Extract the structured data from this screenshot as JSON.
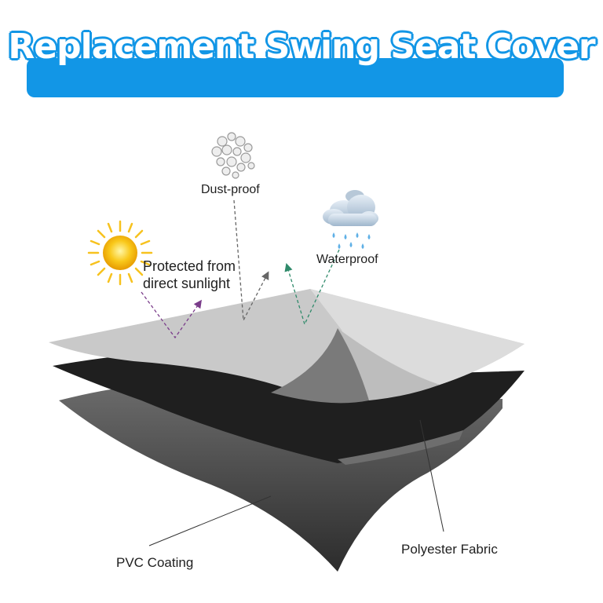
{
  "header": {
    "title": "Replacement Swing Seat Cover"
  },
  "features": {
    "dust": {
      "label": "Dust-proof",
      "icon": "dust-icon"
    },
    "water": {
      "label": "Waterproof",
      "icon": "rain-cloud-icon"
    },
    "sun": {
      "label_line1": "Protected from",
      "label_line2": "direct sunlight",
      "icon": "sun-icon"
    }
  },
  "layers": {
    "pvc_label": "PVC Coating",
    "polyester_label": "Polyester Fabric"
  },
  "colors": {
    "banner": "#1296e6",
    "top_layer": "#c8c8c8",
    "middle_layer": "#2a2a2a",
    "bottom_layer": "#555555",
    "sun": "#f7c21e",
    "rain": "#5fb0e6"
  }
}
